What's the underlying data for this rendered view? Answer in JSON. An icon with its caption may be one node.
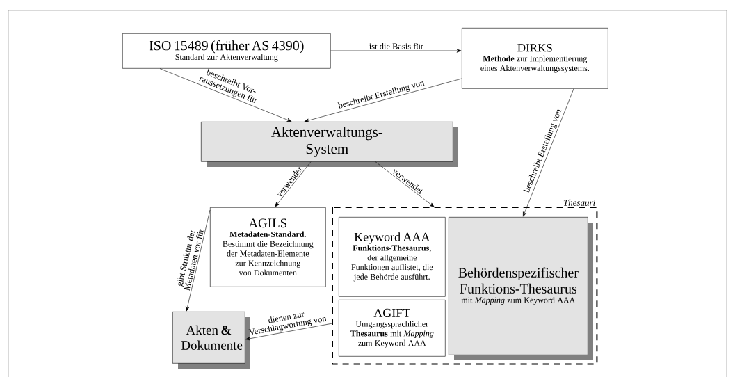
{
  "diagram": {
    "nodes": [
      {
        "text": [
          "ISO 15489 (früher AS 4390)",
          "Standard zur Aktenverwaltung"
        ]
      },
      {
        "text": [
          "DIRKS",
          "**Methode** zur Implementierung eines Aktenverwaltungssystems."
        ]
      },
      {
        "text": [
          "Aktenverwaltungs- System"
        ]
      },
      {
        "text": [
          "AGILS",
          "**Metadaten-Standard**. Bestimmt die Bezeichnung der Metadaten-Elemente zur Kennzeichnung von Dokumenten"
        ]
      },
      {
        "text": [
          "Thesauri"
        ]
      },
      {
        "text": [
          "Keyword AAA",
          "**Funktions-Thesaurus**, der allgemeine Funktionen auflistet, die jede Behörde ausführt."
        ],
        "in": 4
      },
      {
        "text": [
          "AGIFT",
          "Umgangssprachlicher **Thesaurus** mit *Mapping* zum Keyword AAA"
        ],
        "in": 4
      },
      {
        "text": [
          "Behördenspezifischer Funktions-Thesaurus",
          "mit *Mapping* zum Keyword AAA"
        ],
        "in": 4
      },
      {
        "text": [
          "Akten **&** Dokumente"
        ]
      }
    ],
    "edges": [
      {
        "from": 0,
        "to": 1,
        "arrow": "to",
        "label": "ist die Basis für"
      },
      {
        "from": 0,
        "to": 2,
        "arrow": "to",
        "label": "beschreibt Vor- raussetzungen für"
      },
      {
        "from": 1,
        "to": 2,
        "arrow": "to",
        "label": "beschreibt Erstellung von"
      },
      {
        "from": 1,
        "to": 7,
        "arrow": "to",
        "label": "beschreibt Erstellung von"
      },
      {
        "from": 2,
        "to": 3,
        "arrow": "to",
        "label": "verwendet"
      },
      {
        "from": 2,
        "to": 4,
        "arrow": "to",
        "label": "verwendet"
      },
      {
        "from": 3,
        "to": 8,
        "arrow": "to",
        "label": "gibt Struktur der Metadaten vor für"
      },
      {
        "from": 4,
        "to": 8,
        "arrow": "to",
        "label": "dienen zur Verschlagwortung von"
      }
    ]
  }
}
